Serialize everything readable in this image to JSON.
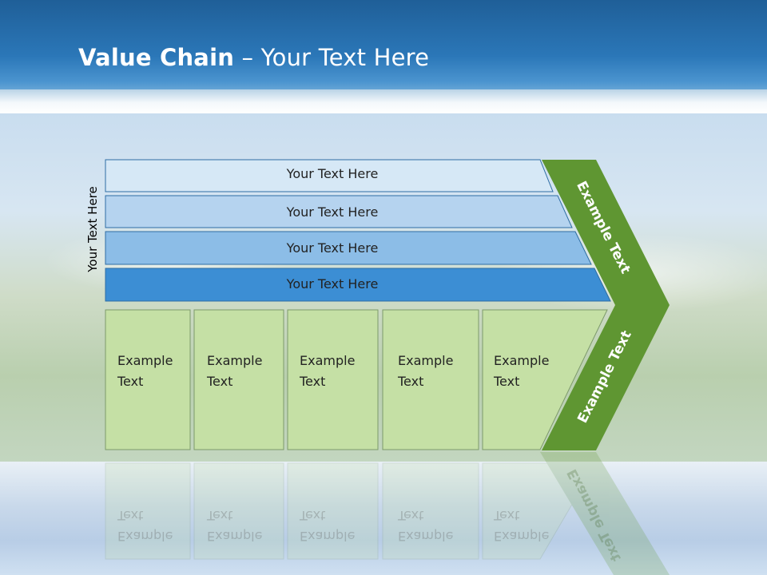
{
  "slide": {
    "title_bold": "Value Chain",
    "title_rest": " – Your Text Here",
    "vertical_label": "Your Text Here",
    "bars": [
      {
        "label": "Your Text Here",
        "color": "#d6e8f6"
      },
      {
        "label": "Your Text Here",
        "color": "#b5d3ef"
      },
      {
        "label": "Your Text Here",
        "color": "#8cbde7"
      },
      {
        "label": "Your Text Here",
        "color": "#3c8ed4"
      }
    ],
    "boxes": [
      {
        "label": "Example\nText"
      },
      {
        "label": "Example\nText"
      },
      {
        "label": "Example\nText"
      },
      {
        "label": "Example\nText"
      },
      {
        "label": "Example\nText"
      }
    ],
    "arrow_top_label": "Example Text",
    "arrow_bottom_label": "Example Text",
    "colors": {
      "box_fill": "#c5e0a5",
      "arrow_fill": "#5f9632",
      "bar_stroke": "#2e6da4",
      "box_stroke": "#7d9a6a"
    }
  }
}
